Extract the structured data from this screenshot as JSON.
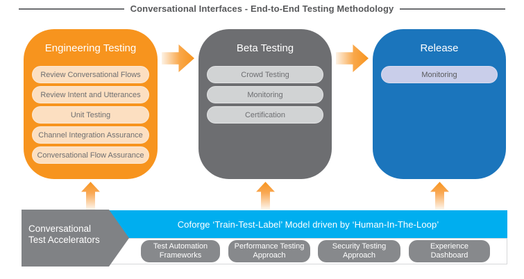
{
  "title": "Conversational Interfaces - End-to-End Testing Methodology",
  "colors": {
    "orange": "#F7941E",
    "orange_pill": "#FCDFC1",
    "dark_gray": "#6D6E71",
    "gray_pill": "#D1D3D4",
    "blue": "#1B75BC",
    "blue_pill": "#C9CEEA",
    "cyan": "#00AEEF",
    "banner_gray": "#808285",
    "tool_pill_gray": "#87898C",
    "title_text": "#58595B"
  },
  "stages": [
    {
      "title": "Engineering Testing",
      "items": [
        "Review Conversational Flows",
        "Review Intent and Utterances",
        "Unit Testing",
        "Channel Integration Assurance",
        "Conversational Flow Assurance"
      ]
    },
    {
      "title": "Beta Testing",
      "items": [
        "Crowd Testing",
        "Monitoring",
        "Certification"
      ]
    },
    {
      "title": "Release",
      "items": [
        "Monitoring"
      ]
    }
  ],
  "accelerators": {
    "banner_label": "Conversational Test Accelerators",
    "headline": "Coforge ‘Train-Test-Label’ Model driven by ‘Human-In-The-Loop’",
    "tools": [
      "Test Automation Frameworks",
      "Performance Testing Approach",
      "Security Testing Approach",
      "Experience Dashboard"
    ]
  }
}
